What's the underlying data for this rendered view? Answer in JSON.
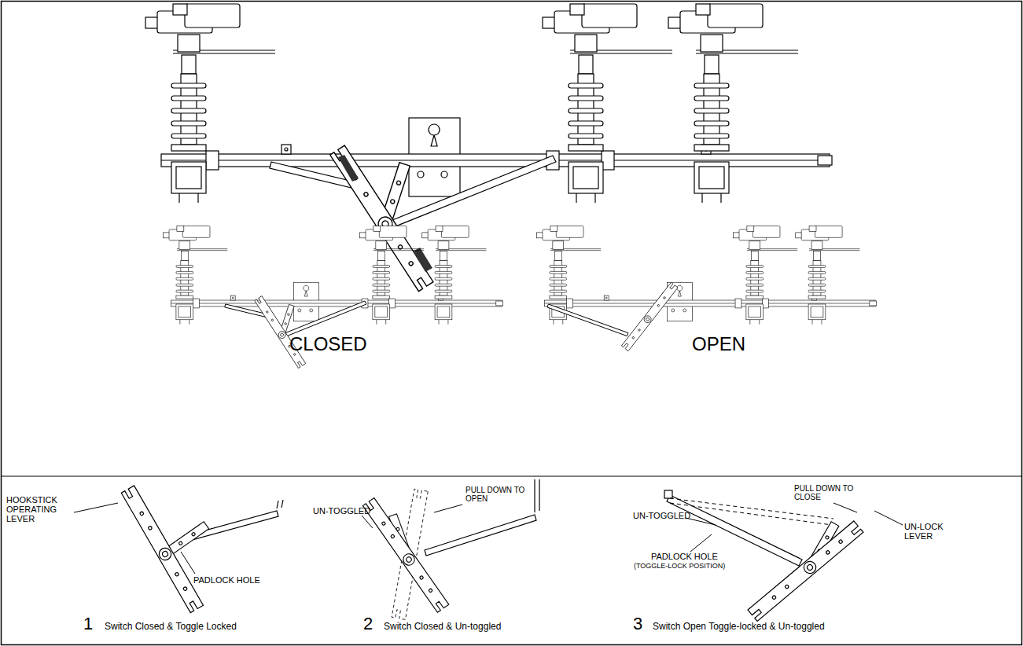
{
  "diagram": {
    "labels": [
      "CLOSED",
      "OPEN",
      "HOOKSTICK OPERATING LEVER",
      "PADLOCK HOLE",
      "UN-TOGGLED",
      "PULL DOWN TO OPEN",
      "1",
      "Switch Closed & Toggle Locked",
      "2",
      "Switch Closed & Un-toggled",
      "UN-TOGGLED",
      "PULL DOWN TO CLOSE",
      "PADLOCK HOLE",
      "(TOGGLE-LOCK POSITION)",
      "UN-LOCK LEVER",
      "3",
      "Switch Open Toggle-locked & Un-toggled"
    ]
  }
}
